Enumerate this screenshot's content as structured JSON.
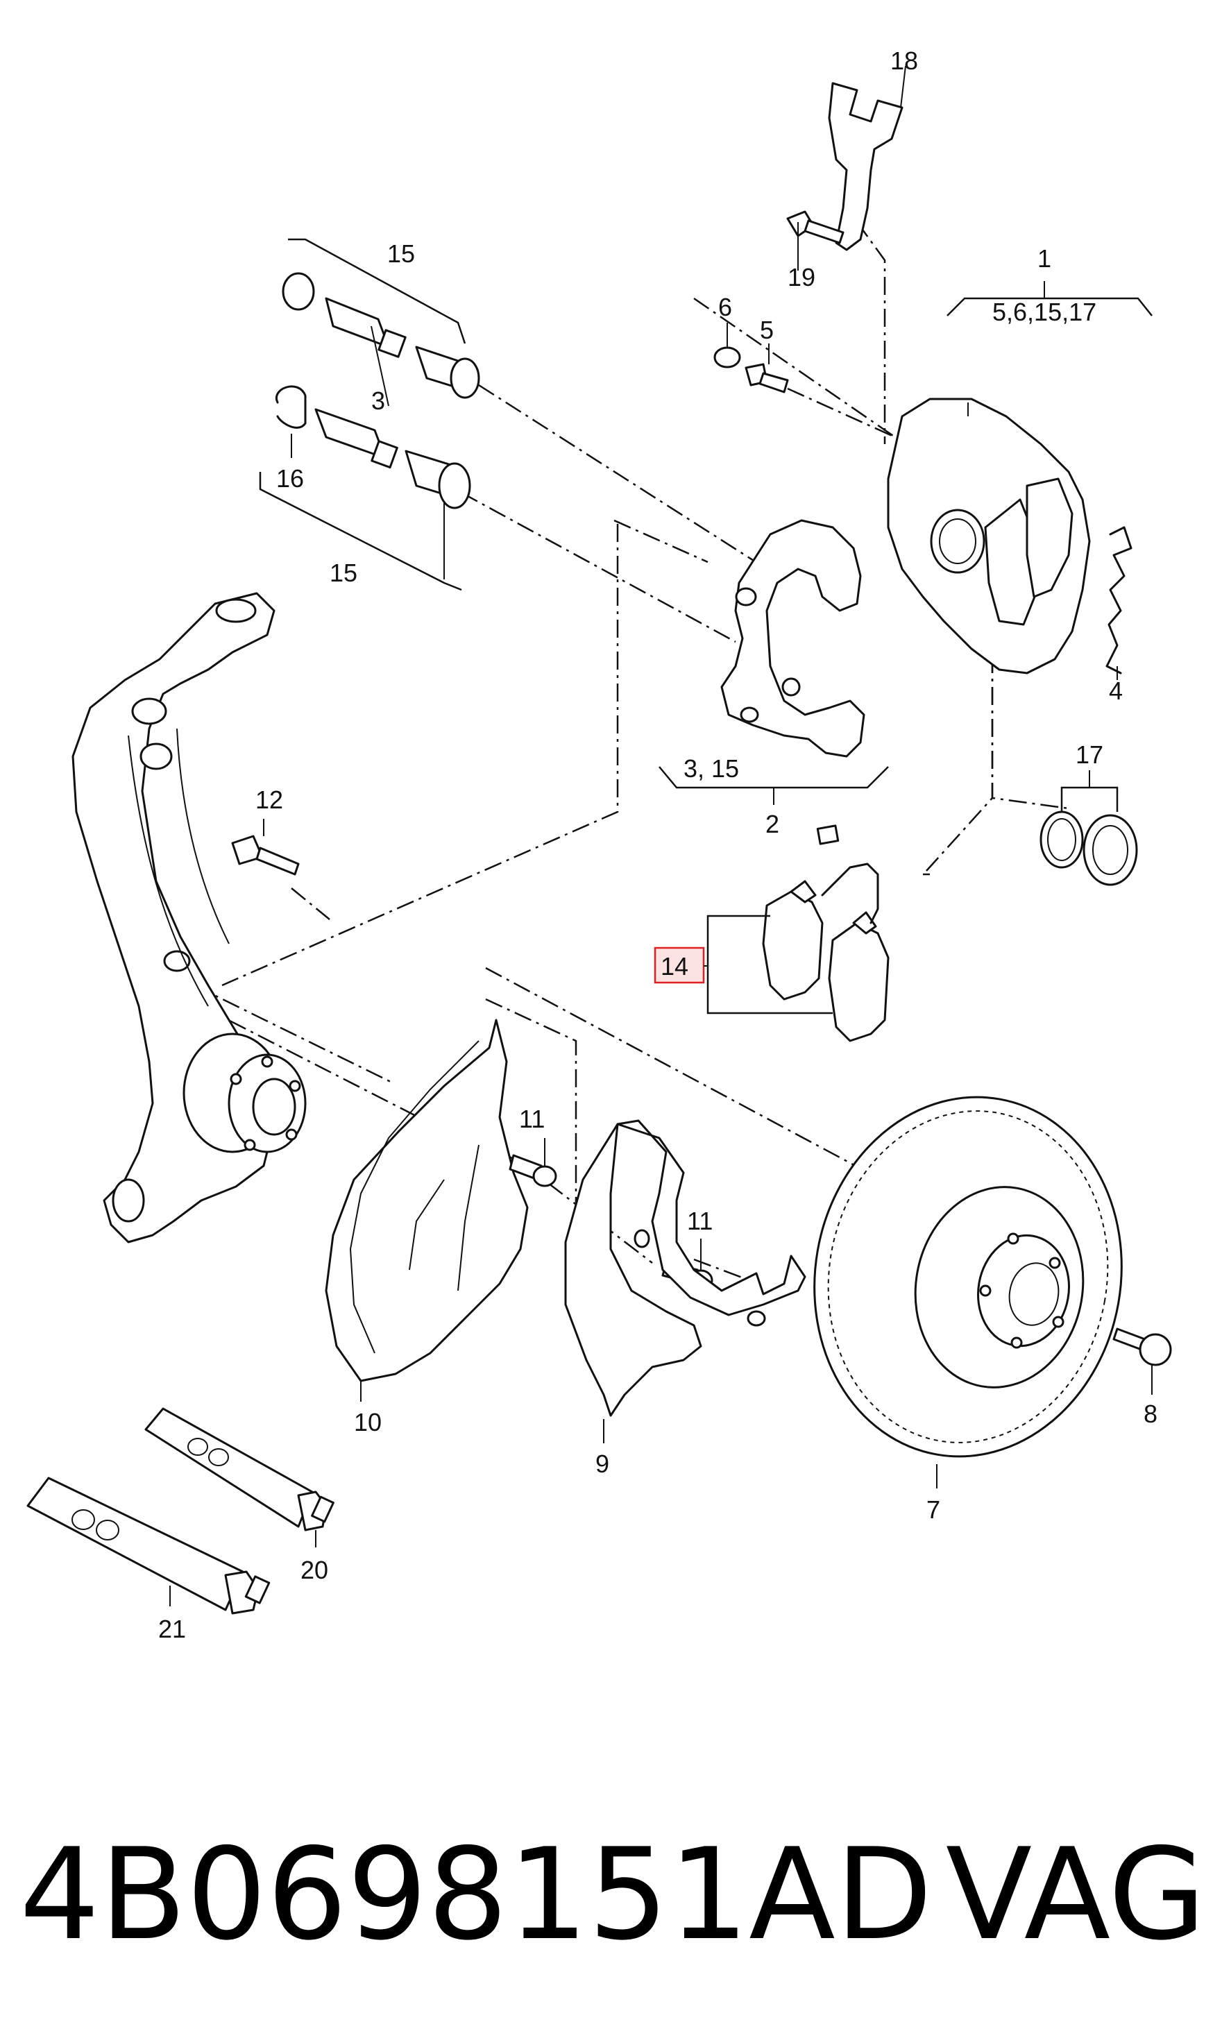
{
  "callouts": {
    "c1": "1",
    "c1_sub": "5,6,15,17",
    "c2": "2",
    "c2_sub": "3, 15",
    "c3": "3",
    "c4": "4",
    "c5": "5",
    "c6": "6",
    "c7": "7",
    "c8": "8",
    "c9": "9",
    "c10": "10",
    "c11a": "11",
    "c11b": "11",
    "c12": "12",
    "c14": "14",
    "c15a": "15",
    "c15b": "15",
    "c16": "16",
    "c17": "17",
    "c18": "18",
    "c19": "19",
    "c20": "20",
    "c21": "21"
  },
  "highlighted_callout": "14",
  "colors": {
    "highlight_border": "#e02020",
    "highlight_fill": "#fde2e2",
    "line": "#111111"
  },
  "caption": {
    "part_number": "4B0698151AD",
    "brand": "VAG"
  }
}
